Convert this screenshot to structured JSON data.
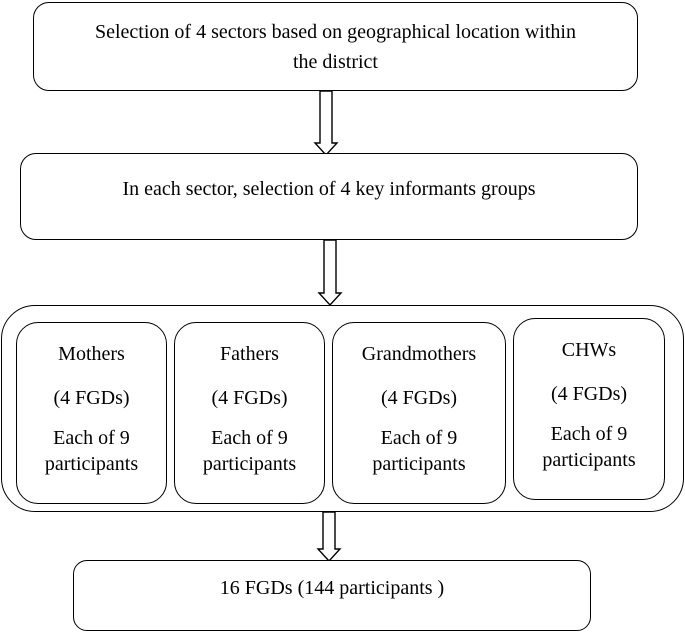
{
  "steps": {
    "step1": {
      "line1": "Selection of 4 sectors based on geographical location within",
      "line2": "the district"
    },
    "step2": {
      "text": "In each sector, selection of 4 key informants groups"
    },
    "groups": [
      {
        "name": "Mothers",
        "count": "(4 FGDs)",
        "each": "Each of 9",
        "unit": "participants"
      },
      {
        "name": "Fathers",
        "count": "(4 FGDs)",
        "each": "Each of 9",
        "unit": "participants"
      },
      {
        "name": "Grandmothers",
        "count": "(4 FGDs)",
        "each": "Each of 9",
        "unit": "participants"
      },
      {
        "name": "CHWs",
        "count": "(4 FGDs)",
        "each": "Each of 9",
        "unit": "participants"
      }
    ],
    "step4": {
      "text": "16 FGDs (144 participants )"
    }
  }
}
